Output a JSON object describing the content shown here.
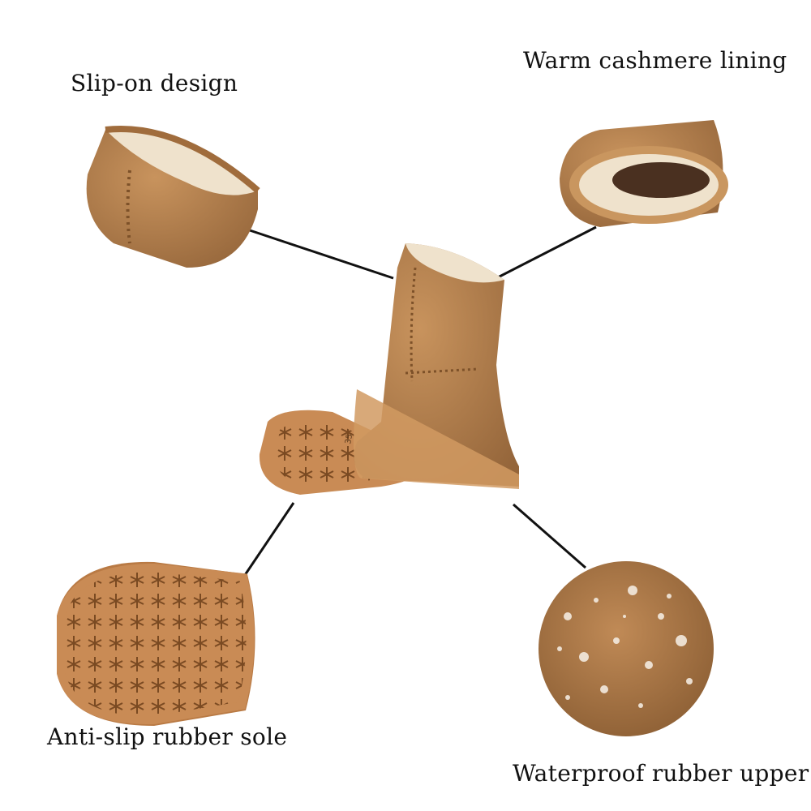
{
  "callouts": {
    "slip_on": "Slip-on design",
    "lining": "Warm cashmere lining",
    "sole": "Anti-slip rubber sole",
    "waterproof": "Waterproof rubber upper"
  },
  "colors": {
    "suede": "#b98350",
    "suede_dark": "#8e6036",
    "rubber": "#c98b55",
    "fleece": "#efe2cc",
    "line": "#111111"
  },
  "sole_size_marking": "35"
}
